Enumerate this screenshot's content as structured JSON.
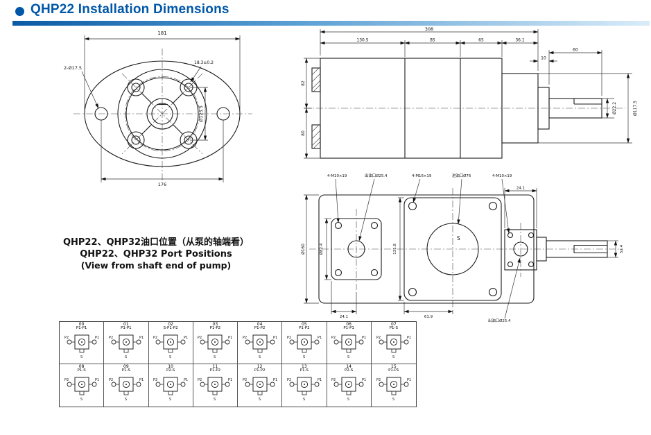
{
  "header": {
    "title": "QHP22 Installation Dimensions",
    "accent_color": "#0057a8",
    "bullet_icon": "filled-circle"
  },
  "flange_view": {
    "dim_width": "181",
    "holes_label": "2-Ø17.5",
    "boss_label": "18.3±0.2",
    "bolt_span": "Ø125.5",
    "dim_bottom": "176"
  },
  "side_view": {
    "overall": "308",
    "front": "130.5",
    "mid": "85",
    "rear": "65",
    "step": "36.1",
    "shaft_len": "60",
    "key_offset": "10",
    "upper": "82",
    "lower": "80",
    "shaft_dia": "Ø22.2",
    "step_dia": "Ø117.5"
  },
  "captions": {
    "line1": "QHP22、QHP32油口位置（从泵的轴端看）",
    "line2": "QHP22、QHP32 Port Positions",
    "line3": "(View from shaft end of pump)"
  },
  "port_view": {
    "bolts_small": "4-M10×19",
    "outlet_small": "出油口Ø25.4",
    "bolts_big": "4-M16×19",
    "inlet_big": "进油口Ø76",
    "bolts_right": "4-M10×19",
    "top_right": "24.1",
    "shaft_dim": "52.4",
    "height_dia": "Ø160",
    "left_port_dia": "Ø82.4",
    "bolt_span": "131.8",
    "bottom_left": "24.1",
    "bottom_mid": "61.9",
    "outlet_right": "出油口Ø25.4",
    "suction_label": "S"
  },
  "grid": {
    "cells": [
      {
        "code": "00",
        "label": "P1-P1",
        "l": "P2",
        "r": "P1",
        "b": "S"
      },
      {
        "code": "01",
        "label": "P1-P1",
        "l": "P2",
        "r": "P1",
        "b": "S"
      },
      {
        "code": "02",
        "label": "S-P1-P2",
        "l": "P2",
        "r": "P1",
        "b": "S"
      },
      {
        "code": "03",
        "label": "P1-P2",
        "l": "P2",
        "r": "P1",
        "b": "S"
      },
      {
        "code": "04",
        "label": "P1-P2",
        "l": "P2",
        "r": "P1",
        "b": "S"
      },
      {
        "code": "05",
        "label": "P1-P2",
        "l": "P2",
        "r": "P1",
        "b": "S"
      },
      {
        "code": "06",
        "label": "P1-P1",
        "l": "P2",
        "r": "P1",
        "b": "S"
      },
      {
        "code": "07",
        "label": "P1-S",
        "l": "P2",
        "r": "P1",
        "b": "S"
      },
      {
        "code": "08",
        "label": "P1-S",
        "l": "P2",
        "r": "P1",
        "b": "S"
      },
      {
        "code": "09",
        "label": "P1-S",
        "l": "P2",
        "r": "P1",
        "b": "S"
      },
      {
        "code": "10",
        "label": "P2-S",
        "l": "P2",
        "r": "P1",
        "b": "S"
      },
      {
        "code": "11",
        "label": "P1-P2",
        "l": "P2",
        "r": "P1",
        "b": "S"
      },
      {
        "code": "12",
        "label": "P1-P2",
        "l": "P2",
        "r": "P1",
        "b": "S"
      },
      {
        "code": "13",
        "label": "P1-S",
        "l": "P2",
        "r": "P1",
        "b": "S"
      },
      {
        "code": "14",
        "label": "P2-S",
        "l": "P2",
        "r": "P1",
        "b": "S"
      },
      {
        "code": "15",
        "label": "P1-P1",
        "l": "P2",
        "r": "P1",
        "b": "S"
      }
    ]
  }
}
